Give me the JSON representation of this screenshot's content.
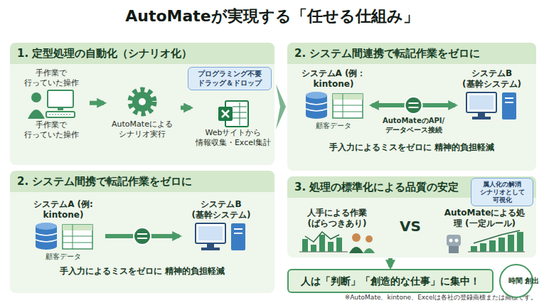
{
  "diagram": {
    "title": "AutoMateが実現する「任せる仕組み」",
    "nodes": [
      {
        "text": [
          "1. 定型処理の自動化（シナリオ化）"
        ]
      },
      {
        "text": [
          "手作業で 行っていた操作",
          "手作業で 行っていた操作"
        ],
        "in": 0
      },
      {
        "text": [
          "AutoMateによる シナリオ実行"
        ],
        "in": 0
      },
      {
        "text": [
          "Webサイトから 情報収集・Excel集計"
        ],
        "in": 0
      },
      {
        "text": [
          "プログラミング不要 ドラッグ＆ドロップ"
        ],
        "in": 0
      },
      {
        "text": [
          "2. システム間携で転記作業をゼロに",
          "手入力によるミスをゼロに 精神的負担軽減"
        ]
      },
      {
        "text": [
          "システムA (例: kintone)",
          "顧客データ"
        ],
        "in": 5
      },
      {
        "text": [
          "システムB (基幹システム)"
        ],
        "in": 5
      },
      {
        "text": [
          "2. システム間連携で転記作業をゼロに",
          "手入力によるミスをゼロに 精神的負担軽減"
        ]
      },
      {
        "text": [
          "システムA (例：kintone)",
          "顧客データ"
        ],
        "in": 8
      },
      {
        "text": [
          "システムB (基幹システム)"
        ],
        "in": 8
      },
      {
        "text": [
          "3. 処理の標準化による品質の安定"
        ]
      },
      {
        "text": [
          "人手による作業 (ばらつきあり)"
        ],
        "in": 11
      },
      {
        "text": [
          "AutoMateによる処理 (一定ルール)"
        ],
        "in": 11
      },
      {
        "text": [
          "属人化の解消 シナリオとして 可視化"
        ],
        "in": 11
      },
      {
        "text": [
          "人は「判断」「創造的な仕事」に集中！"
        ]
      },
      {
        "text": [
          "時間 創出"
        ],
        "in": 15
      }
    ],
    "edges": [
      {
        "from": 1,
        "to": 2,
        "arrow": "to"
      },
      {
        "from": 2,
        "to": 3,
        "arrow": "to"
      },
      {
        "from": 6,
        "to": 7,
        "arrow": "to"
      },
      {
        "from": 9,
        "to": 10,
        "arrow": "both",
        "label": "AutoMateのAPI/ データベース接続"
      },
      {
        "from": 11,
        "to": 15,
        "arrow": "to"
      }
    ],
    "labels": [
      "VS",
      "※AutoMate、kintone、Excelは各社の登録商標または商標です。"
    ]
  }
}
